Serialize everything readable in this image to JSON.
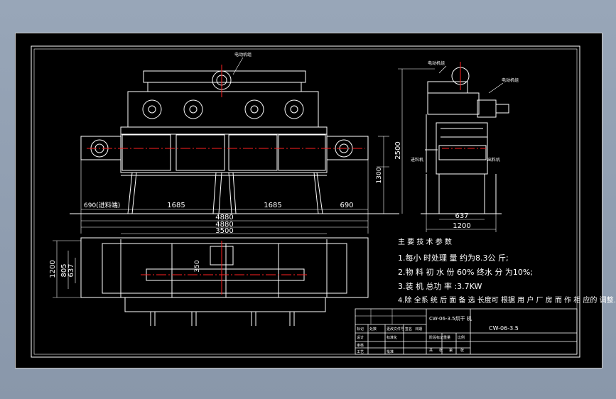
{
  "colors": {
    "background": "#8f9db0",
    "viewport": "#000000",
    "line": "#ffffff",
    "centerline": "#ff2020",
    "frame": "#c8c8c8"
  },
  "dimensions": {
    "total_height": "2500",
    "leg_height": "1300",
    "seg_in": "690(进料端)",
    "seg_1": "1685",
    "seg_2": "1685",
    "seg_out": "690",
    "total_len_a": "4880",
    "total_len_b": "4880",
    "frame_len": "3500",
    "side_depth_a": "637",
    "side_depth_b": "1200",
    "plan_h_a": "1200",
    "plan_h_b": "805",
    "plan_h_c": "637",
    "plan_gap": "350"
  },
  "callouts": {
    "front_top": "电动机组",
    "side_top_left": "电动机组",
    "side_top_right": "电动机组",
    "side_left": "进料机",
    "side_right": "出料机"
  },
  "notes": {
    "title": "主 要 技 术 参 数",
    "items": [
      "1.每小 时处理 量 约为8.3公 斤;",
      "2.物 料 初 水 份 60% 终水 分 为10%;",
      "3.装 机 总功 率 :3.7KW",
      "4.除 全系 统 后 面 备 选 长度可 根据 用 户 厂 房 而 作 相 应的 调整."
    ]
  },
  "title_block": {
    "drawing_no": "CW-06-3.5烘干 机",
    "code": "CW-06-3.5",
    "cells": [
      "标记",
      "处数",
      "更改文件号",
      "签名",
      "日期",
      "设计",
      "标准化",
      "审核",
      "工艺",
      "批准",
      "阶段标记",
      "重量",
      "比例",
      "共",
      "张",
      "第",
      "张"
    ]
  }
}
